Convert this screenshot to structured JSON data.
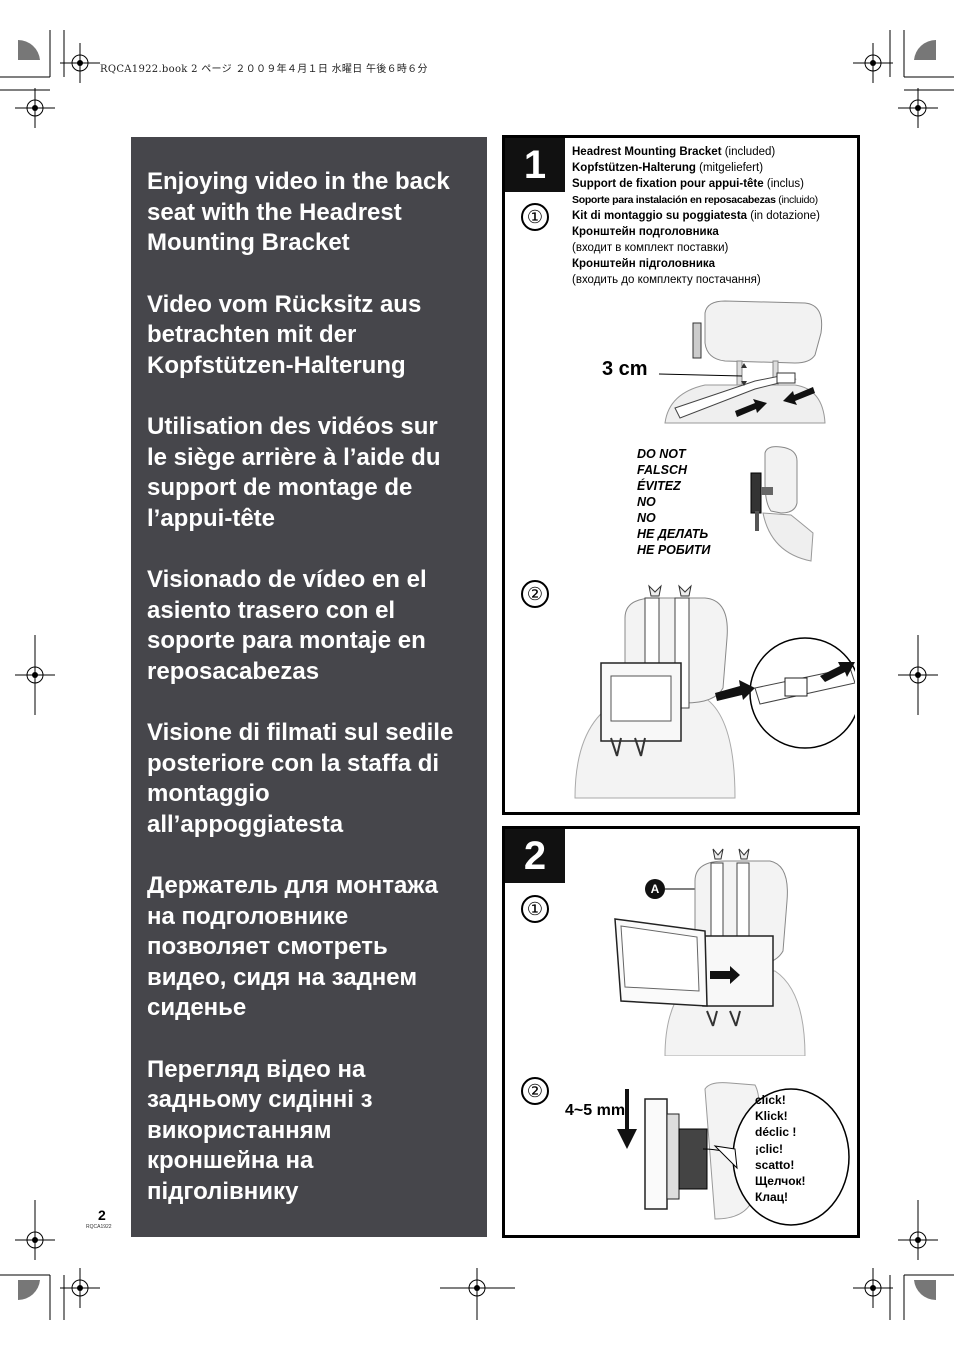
{
  "header": "RQCA1922.book  2 ページ  ２００９年４月１日  水曜日  午後６時６分",
  "titles": [
    "Enjoying video in the back\nseat with the Headrest\nMounting Bracket",
    "Video vom Rücksitz aus\nbetrachten mit der\nKopfstützen-Halterung",
    "Utilisation des vidéos sur\nle siège arrière à l’aide du\nsupport de montage de\nl’appui-tête",
    "Visionado de vídeo en el\nasiento trasero con el\nsoporte para montaje en\nreposacabezas",
    "Visione di filmati sul sedile\nposteriore con la staffa di\nmontaggio\nall’appoggiatesta",
    "Держатель для монтажа\nна подголовнике\nпозволяет смотреть\nвидео, сидя на заднем\nсиденье",
    "Перегляд відео на\nзадньому сидінні з\nвикористанням\nкроншейна на\nпідголівнику"
  ],
  "step1": {
    "number": "1",
    "sub1": "①",
    "sub2": "②",
    "bracket_items": [
      {
        "name": "Headrest Mounting Bracket",
        "note": " (included)"
      },
      {
        "name": "Kopfstützen-Halterung",
        "note": " (mitgeliefert)"
      },
      {
        "name": "Support de fixation pour appui-tête",
        "note": " (inclus)"
      },
      {
        "name": "Soporte para instalación en reposacabezas",
        "note": " (incluido)"
      },
      {
        "name": "Kit di montaggio su poggiatesta",
        "note": " (in dotazione)"
      },
      {
        "name": "Кронштейн подголовника",
        "note": ""
      },
      {
        "name": "",
        "note": "(входит в комплект поставки)"
      },
      {
        "name": "Кронштейн підголовника",
        "note": ""
      },
      {
        "name": "",
        "note": "(входить до комплекту постачання)"
      }
    ],
    "distance_label": "3 cm",
    "warnings": [
      "DO NOT",
      "FALSCH",
      "ÉVITEZ",
      "NO",
      "NO",
      "НЕ ДЕЛАТЬ",
      "НЕ РОБИТИ"
    ]
  },
  "step2": {
    "number": "2",
    "sub1": "①",
    "sub2": "②",
    "marker": "A",
    "gap_label": "4~5 mm",
    "click_words": [
      "click!",
      "Klick!",
      "déclic !",
      "¡clic!",
      "scatto!",
      "Щелчок!",
      "Клац!"
    ]
  },
  "footer": {
    "page_number": "2",
    "code": "RQCA1922"
  }
}
